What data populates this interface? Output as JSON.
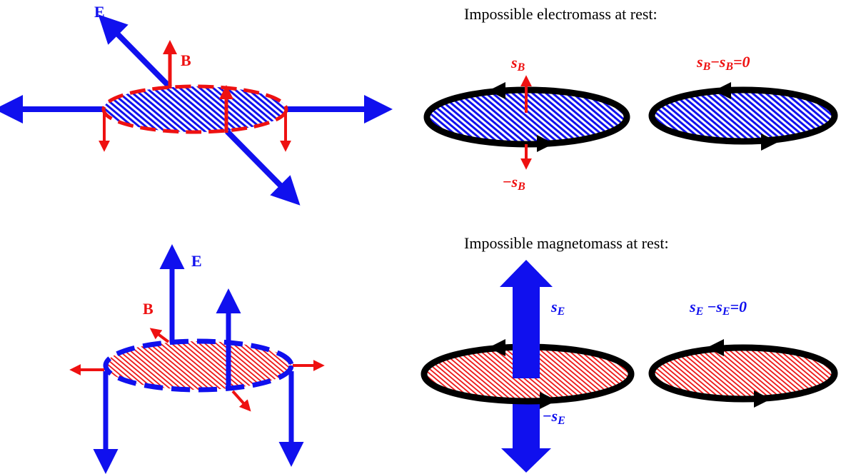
{
  "colors": {
    "electric": "#1010ee",
    "magnetic": "#ee1111",
    "loop": "#000000",
    "background": "#ffffff"
  },
  "top_left": {
    "e_label": "E",
    "b_label": "B"
  },
  "top_right": {
    "caption": "Impossible electromass at rest:",
    "spin_up": "s",
    "spin_up_sub": "B",
    "spin_down_sign": "−",
    "spin_down": "s",
    "spin_down_sub": "B",
    "net_a": "s",
    "net_a_sub": "B",
    "net_op": "−",
    "net_b": "s",
    "net_b_sub": "B",
    "net_eq": "=0"
  },
  "bottom_left": {
    "e_label": "E",
    "b_label": "B"
  },
  "bottom_right": {
    "caption": "Impossible magnetomass at rest:",
    "spin_up": "s",
    "spin_up_sub": "E",
    "spin_down_sign": "−",
    "spin_down": "s",
    "spin_down_sub": "E",
    "net_a": "s",
    "net_a_sub": "E",
    "net_op": " −",
    "net_b": "s",
    "net_b_sub": "E",
    "net_eq": "=0"
  }
}
